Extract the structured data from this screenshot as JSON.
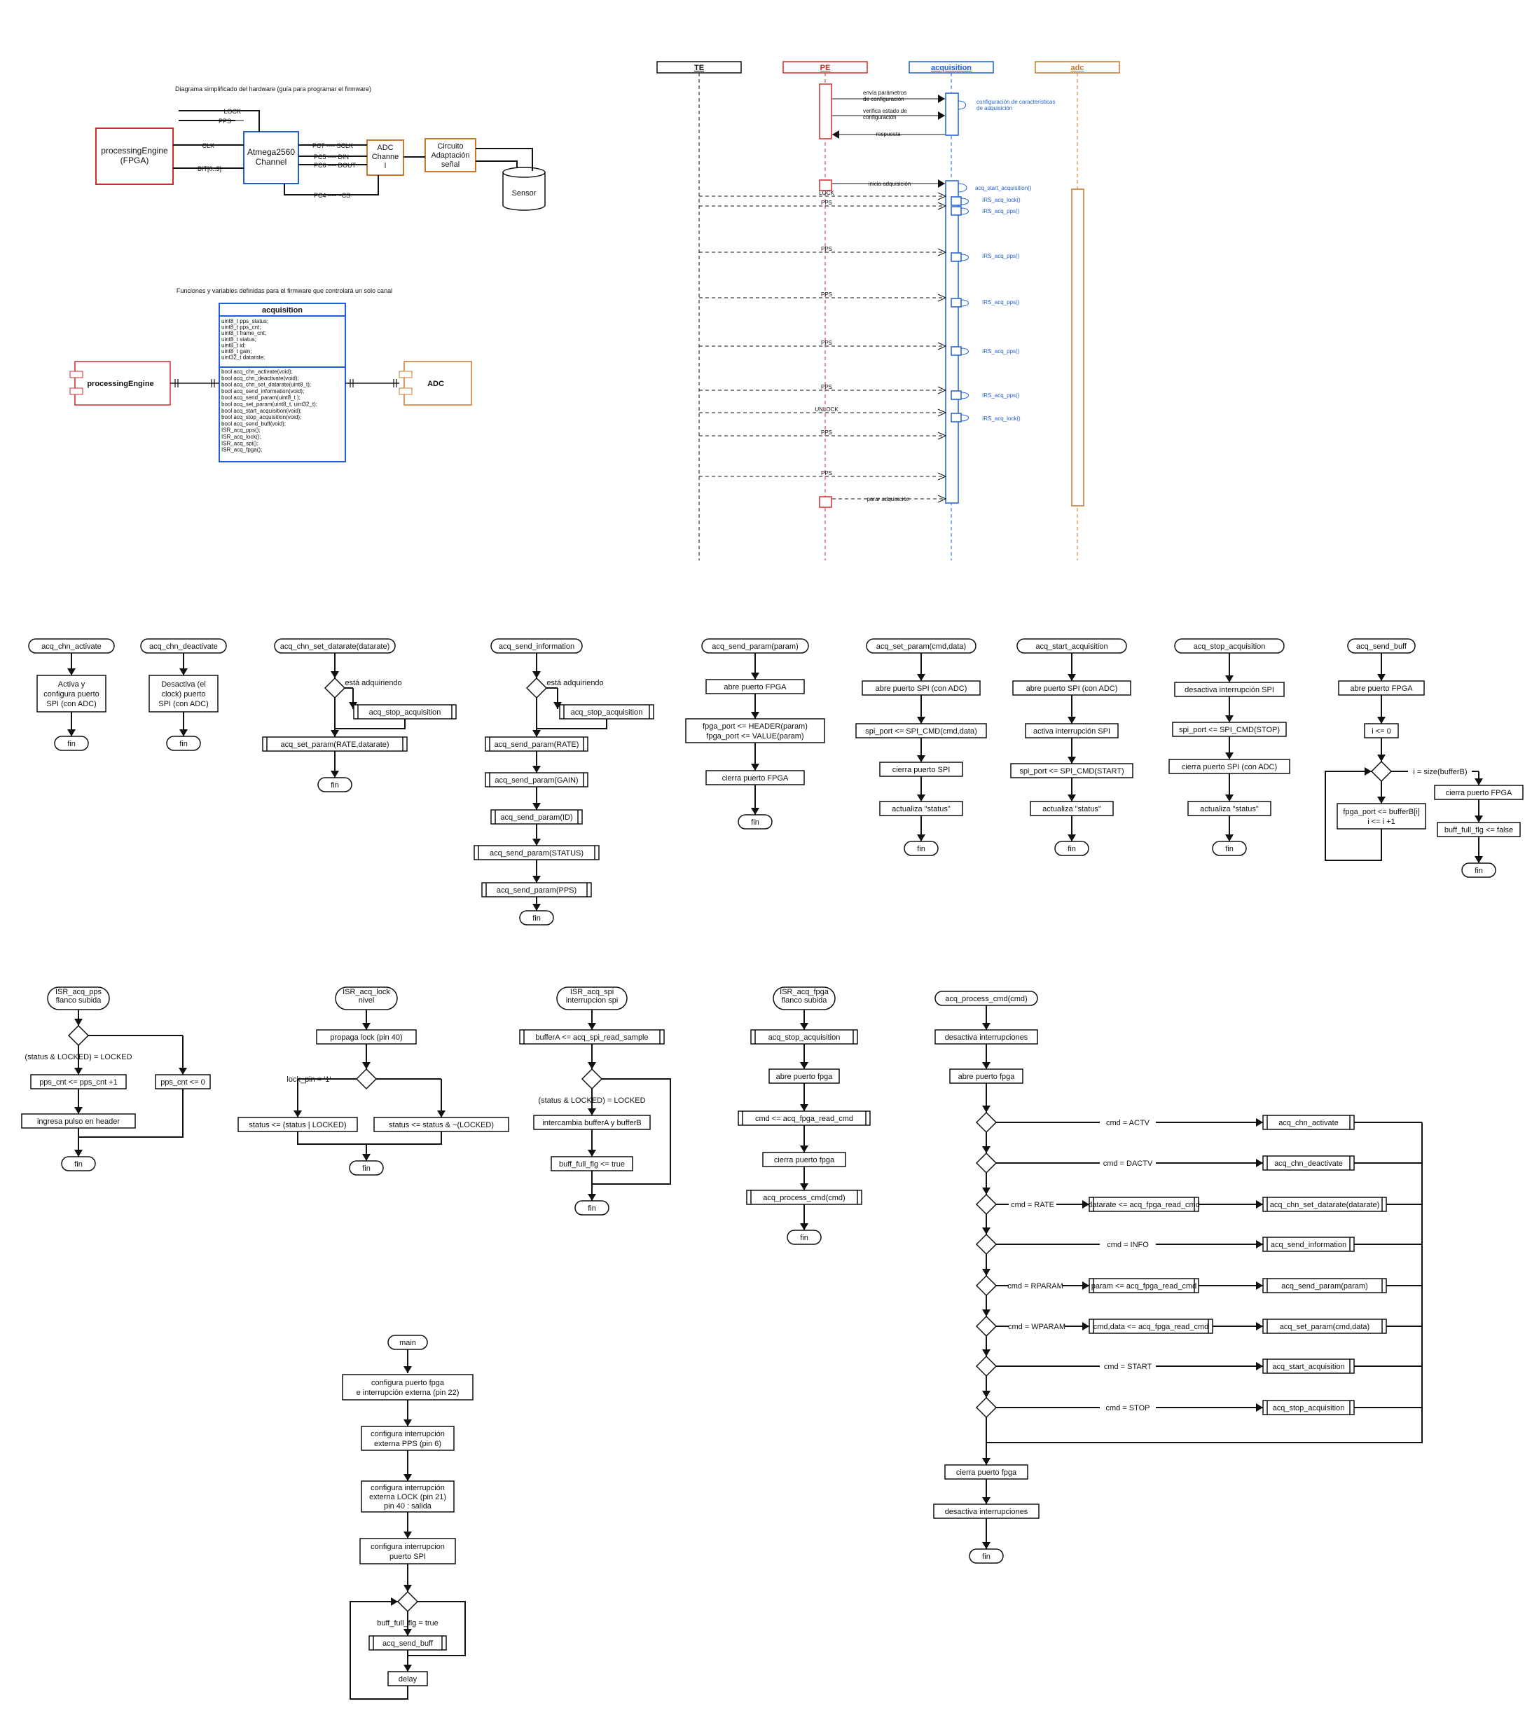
{
  "hardware": {
    "title": "Diagrama simplificado del hardware (guía para programar el firmware)",
    "fpga_label": [
      "processingEngine",
      "(FPGA)"
    ],
    "mcu_label": [
      "Atmega2560",
      "Channel"
    ],
    "adc_label": [
      "ADC",
      "Channe",
      "l"
    ],
    "circuit_label": [
      "Circuito",
      "Adaptación",
      "señal"
    ],
    "sensor_label": "Sensor",
    "signal_lock": "LOCK",
    "signal_pps": "PPS",
    "signal_clk": "CLK",
    "signal_bit": "BIT[0..3]",
    "pin_pc7": "PC7  ----  SCLK",
    "pin_pc5": "PC5  ----  DIN",
    "pin_pc6": "PC6  ----  DOUT",
    "pin_pc4": "PC4  ----  ~CS"
  },
  "class_diagram": {
    "title": "Funciones y variables definidas para el firmware que controlará un solo canal",
    "class_name": "acquisition",
    "attributes": [
      "uint8_t pps_status;",
      "uint8_t pps_cnt;",
      "uint8_t frame_cnt;",
      "uint8_t status;",
      "uint8_t id;",
      "uint8_t gain;",
      "uint32_t datarate;"
    ],
    "methods": [
      "bool acq_chn_activate(void);",
      "bool acq_chn_deactivate(void);",
      "bool acq_chn_set_datarate(uint8_t);",
      "bool acq_send_information(void);",
      "bool acq_send_param(uint8_t );",
      "bool acq_set_param(uint8_t, uint32_t);",
      "bool acq_start_acquisition(void);",
      "bool acq_stop_acquisition(void);",
      "bool acq_send_buff(void);",
      "ISR_acq_pps();",
      "ISR_acq_lock();",
      "ISR_acq_spi();",
      "ISR_acq_fpga();"
    ],
    "left_component": "processingEngine",
    "right_component": "ADC"
  },
  "sequence": {
    "lifelines": [
      "TE",
      "PE",
      "acquisition",
      "adc"
    ],
    "msg_send_params": [
      "envía parámetros",
      "de configuración"
    ],
    "msg_verify": [
      "verifica estado de",
      "configuración"
    ],
    "msg_response": "respuesta",
    "note_config": [
      "configuración de características",
      "de adquisición"
    ],
    "msg_start": "inicia adquisición",
    "call_start": "acq_start_acquisition()",
    "lock": "LOCK",
    "unlock": "UNLOCK",
    "pps": "PPS",
    "irs_lock": "IRS_acq_lock()",
    "irs_pps": "IRS_acq_pps()",
    "msg_stop": "parar adquisición"
  },
  "common": {
    "fin": "fin",
    "stop_acq": "acq_stop_acquisition",
    "while_acq": "está\nadquiriendo",
    "status_update": "actualiza \"status\""
  },
  "fc_activate": {
    "title": "acq_chn_activate",
    "box": [
      "Activa y",
      "configura puerto",
      "SPI (con ADC)"
    ]
  },
  "fc_deactivate": {
    "title": "acq_chn_deactivate",
    "box": [
      "Desactiva (el",
      "clock) puerto",
      "SPI (con ADC)"
    ]
  },
  "fc_set_datarate": {
    "title": "acq_chn_set_datarate(datarate)",
    "call": "acq_set_param(RATE,datarate)"
  },
  "fc_send_information": {
    "title": "acq_send_information",
    "calls": [
      "acq_send_param(RATE)",
      "acq_send_param(GAIN)",
      "acq_send_param(ID)",
      "acq_send_param(STATUS)",
      "acq_send_param(PPS)"
    ]
  },
  "fc_send_param": {
    "title": "acq_send_param(param)",
    "open": "abre puerto FPGA",
    "write": [
      "fpga_port <= HEADER(param)",
      "fpga_port <= VALUE(param)"
    ],
    "close": "cierra puerto FPGA"
  },
  "fc_set_param": {
    "title": "acq_set_param(cmd,data)",
    "open": "abre puerto SPI (con ADC)",
    "write": "spi_port <= SPI_CMD(cmd,data)",
    "close": "cierra puerto SPI"
  },
  "fc_start": {
    "title": "acq_start_acquisition",
    "open": "abre puerto SPI (con ADC)",
    "irq": "activa interrupción SPI",
    "write": "spi_port <= SPI_CMD(START)"
  },
  "fc_stop": {
    "title": "acq_stop_acquisition",
    "irq": "desactiva interrupción SPI",
    "write": "spi_port <= SPI_CMD(STOP)",
    "close": "cierra puerto SPI (con ADC)"
  },
  "fc_send_buff": {
    "title": "acq_send_buff",
    "open": "abre puerto FPGA",
    "init": "i <= 0",
    "cond": "i = size(bufferB)",
    "loop": [
      "fpga_port <= bufferB[i]",
      "i <= i +1"
    ],
    "close": "cierra puerto FPGA",
    "flag": "buff_full_flg <= false"
  },
  "fc_isr_pps": {
    "title": [
      "ISR_acq_pps",
      "flanco subida"
    ],
    "cond": "(status & LOCKED) = LOCKED",
    "inc": "pps_cnt <= pps_cnt +1",
    "reset": "pps_cnt <= 0",
    "header": "ingresa pulso en header"
  },
  "fc_isr_lock": {
    "title": [
      "ISR_acq_lock",
      "nivel"
    ],
    "propagate": "propaga lock (pin 40)",
    "cond": "lock_pin = '1'",
    "set": "status <= (status | LOCKED)",
    "clear": "status <= status & ~(LOCKED)"
  },
  "fc_isr_spi": {
    "title": [
      "ISR_acq_spi",
      "interrupcion spi"
    ],
    "read": "bufferA <= acq_spi_read_sample",
    "cond": "(status & LOCKED) = LOCKED",
    "swap": "intercambia bufferA y bufferB",
    "flag": "buff_full_flg <= true"
  },
  "fc_isr_fpga": {
    "title": [
      "ISR_acq_fpga",
      "flanco subida"
    ],
    "open": "abre puerto fpga",
    "read": "cmd <= acq_fpga_read_cmd",
    "close": "cierra puerto fpga",
    "process": "acq_process_cmd(cmd)"
  },
  "fc_process": {
    "title": "acq_process_cmd(cmd)",
    "disable": "desactiva interrupciones",
    "open": "abre puerto fpga",
    "conds": [
      "cmd = ACTV",
      "cmd = DACTV",
      "cmd = RATE",
      "cmd = INFO",
      "cmd = RPARAM",
      "cmd = WPARAM",
      "cmd = START",
      "cmd = STOP"
    ],
    "actions": [
      "acq_chn_activate",
      "acq_chn_deactivate",
      "acq_chn_set_datarate(datarate)",
      "acq_send_information",
      "acq_send_param(param)",
      "acq_set_param(cmd,data)",
      "acq_start_acquisition",
      "acq_stop_acquisition"
    ],
    "pre_rate": "datarate <= acq_fpga_read_cmd",
    "pre_rparam": "param <= acq_fpga_read_cmd",
    "pre_wparam": "cmd,data <= acq_fpga_read_cmd",
    "close": "cierra puerto fpga",
    "disable2": "desactiva interrupciones"
  },
  "fc_main": {
    "title": "main",
    "step1": [
      "configura puerto fpga",
      "e interrupción externa (pin 22)"
    ],
    "step2": [
      "configura interrupción",
      "externa PPS (pin 6)"
    ],
    "step3": [
      "configura interrupción",
      "externa LOCK (pin 21)",
      "pin 40 : salida"
    ],
    "step4": [
      "configura interrupcion",
      "puerto SPI"
    ],
    "cond": "buff_full_flg = true",
    "call": "acq_send_buff",
    "delay": "delay"
  },
  "colors": {
    "red": "#d32a2a",
    "blue": "#1f5fd6",
    "orange": "#c87828",
    "black": "#111111"
  }
}
